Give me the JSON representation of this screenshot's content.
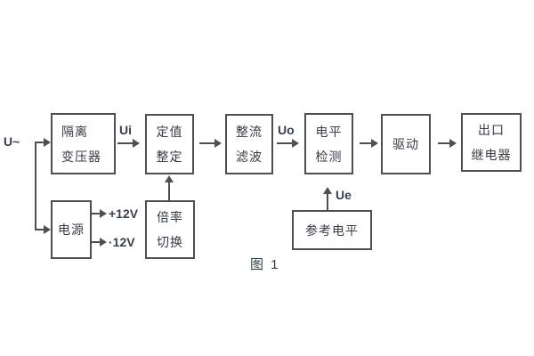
{
  "figure": {
    "caption": "图 1",
    "input_label": "U~",
    "signals": {
      "ui": "Ui",
      "uo": "Uo",
      "ue": "Ue"
    },
    "power_rails": {
      "positive": "+12V",
      "negative": "·12V"
    },
    "blocks": {
      "isolation_transformer": {
        "line1": "隔离",
        "line2": "变压器"
      },
      "value_setting": {
        "line1": "定值",
        "line2": "整定"
      },
      "rectify_filter": {
        "line1": "整流",
        "line2": "滤波"
      },
      "level_detect": {
        "line1": "电平",
        "line2": "检测"
      },
      "drive": {
        "label": "驱动"
      },
      "output_relay": {
        "line1": "出口",
        "line2": "继电器"
      },
      "power_supply": {
        "label": "电源"
      },
      "ratio_switch": {
        "line1": "倍率",
        "line2": "切换"
      },
      "reference_level": {
        "label": "参考电平"
      }
    },
    "colors": {
      "line": "#4f4f4f",
      "text": "#363b44",
      "background": "#ffffff"
    }
  }
}
